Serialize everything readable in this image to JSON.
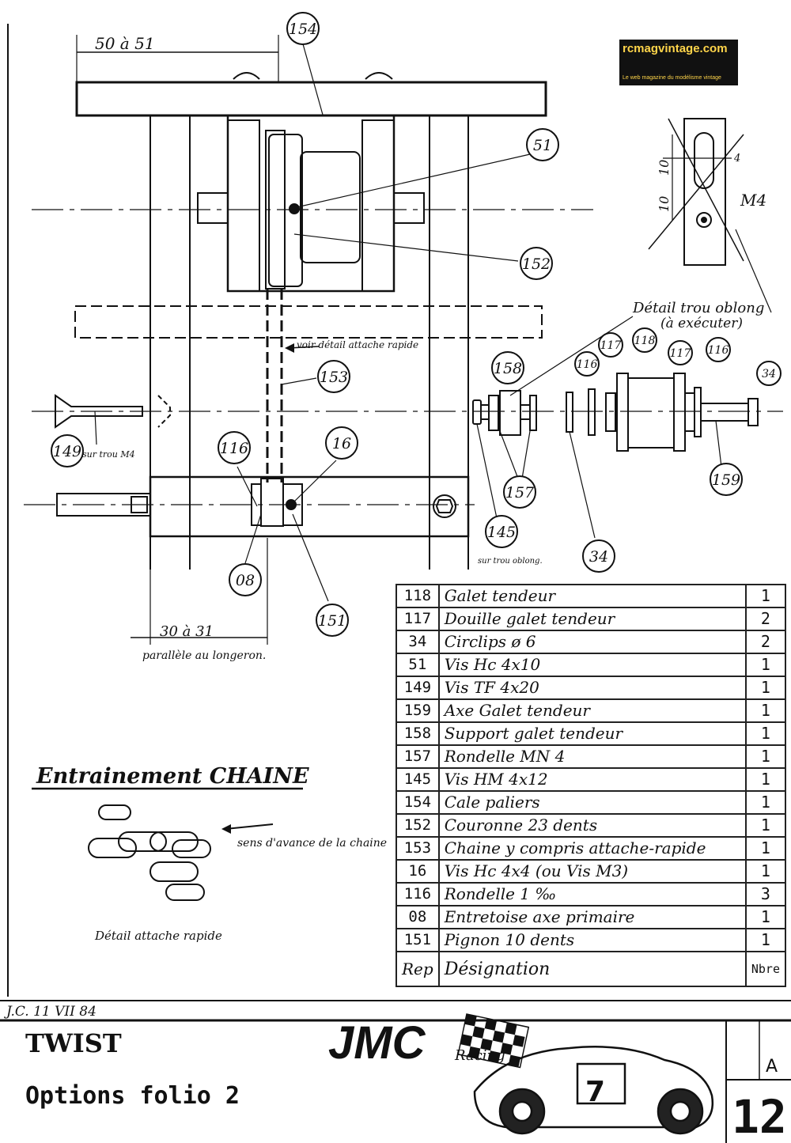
{
  "watermark": {
    "site": "rcmagvintage.com",
    "tagline": "Le web magazine du modélisme vintage"
  },
  "drawing": {
    "dim_top": "50 à 51",
    "dim_bottom": "30 à 31",
    "note_parallel": "parallèle au longeron.",
    "note_quick_link": "voir détail attache rapide",
    "detail_hole": "Détail trou oblong",
    "detail_hole_sub": "(à exécuter)",
    "dim_10a": "10",
    "dim_10b": "10",
    "dim_4": "4",
    "m4": "M4",
    "on_hole_m4": "sur trou M4",
    "on_oblong": "sur trou oblong.",
    "chain_drive_title": "Entrainement CHAINE",
    "chain_direction": "sens d'avance de la chaine",
    "quick_link_detail": "Détail attache rapide",
    "callouts": [
      "154",
      "51",
      "152",
      "153",
      "149",
      "116",
      "16",
      "08",
      "151",
      "158",
      "116",
      "117",
      "118",
      "117",
      "116",
      "34",
      "157",
      "145",
      "34",
      "159"
    ]
  },
  "bom": {
    "rows": [
      {
        "rep": "118",
        "designation": "Galet tendeur",
        "qty": "1"
      },
      {
        "rep": "117",
        "designation": "Douille galet tendeur",
        "qty": "2"
      },
      {
        "rep": "34",
        "designation": "Circlips ø 6",
        "qty": "2"
      },
      {
        "rep": "51",
        "designation": "Vis Hc 4x10",
        "qty": "1"
      },
      {
        "rep": "149",
        "designation": "Vis TF 4x20",
        "qty": "1"
      },
      {
        "rep": "159",
        "designation": "Axe Galet tendeur",
        "qty": "1"
      },
      {
        "rep": "158",
        "designation": "Support galet tendeur",
        "qty": "1"
      },
      {
        "rep": "157",
        "designation": "Rondelle MN 4",
        "qty": "1"
      },
      {
        "rep": "145",
        "designation": "Vis HM 4x12",
        "qty": "1"
      },
      {
        "rep": "154",
        "designation": "Cale paliers",
        "qty": "1"
      },
      {
        "rep": "152",
        "designation": "Couronne 23 dents",
        "qty": "1"
      },
      {
        "rep": "153",
        "designation": "Chaine y compris attache-rapide",
        "qty": "1"
      },
      {
        "rep": "16",
        "designation": "Vis Hc 4x4 (ou Vis M3)",
        "qty": "1"
      },
      {
        "rep": "116",
        "designation": "Rondelle 1 ‰",
        "qty": "3"
      },
      {
        "rep": "08",
        "designation": "Entretoise axe primaire",
        "qty": "1"
      },
      {
        "rep": "151",
        "designation": "Pignon 10 dents",
        "qty": "1"
      }
    ],
    "header_rep": "Rep",
    "header_designation": "Désignation",
    "header_qty": "Nbre"
  },
  "title_block": {
    "author_date": "J.C. 11 VII 84",
    "model": "TWIST",
    "sheet_title": "Options folio 2",
    "brand": "JMC",
    "brand_sub": "Racing",
    "revision": "A",
    "sheet_number": "12",
    "car_number": "7"
  }
}
